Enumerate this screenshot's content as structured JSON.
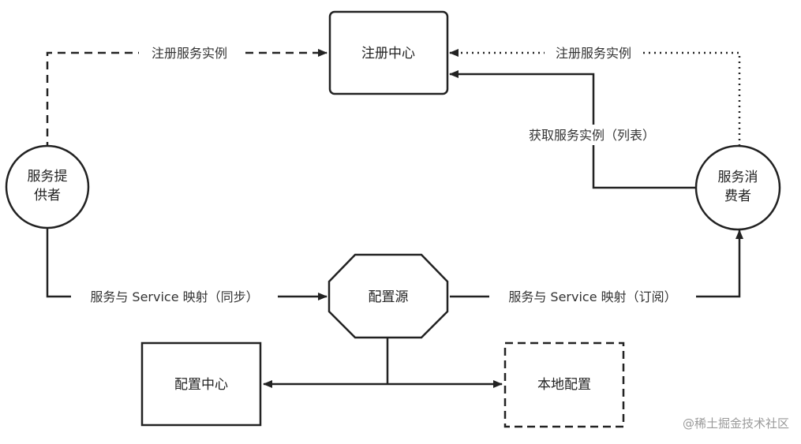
{
  "nodes": {
    "registry": "注册中心",
    "provider_line1": "服务提",
    "provider_line2": "供者",
    "consumer_line1": "服务消",
    "consumer_line2": "费者",
    "config_source": "配置源",
    "config_center": "配置中心",
    "local_config": "本地配置"
  },
  "edges": {
    "provider_register": "注册服务实例",
    "consumer_register": "注册服务实例",
    "consumer_fetch": "获取服务实例（列表）",
    "provider_mapping_sync": "服务与 Service 映射（同步）",
    "consumer_mapping_subscribe": "服务与 Service 映射（订阅）"
  },
  "watermark": "@稀土掘金技术社区"
}
